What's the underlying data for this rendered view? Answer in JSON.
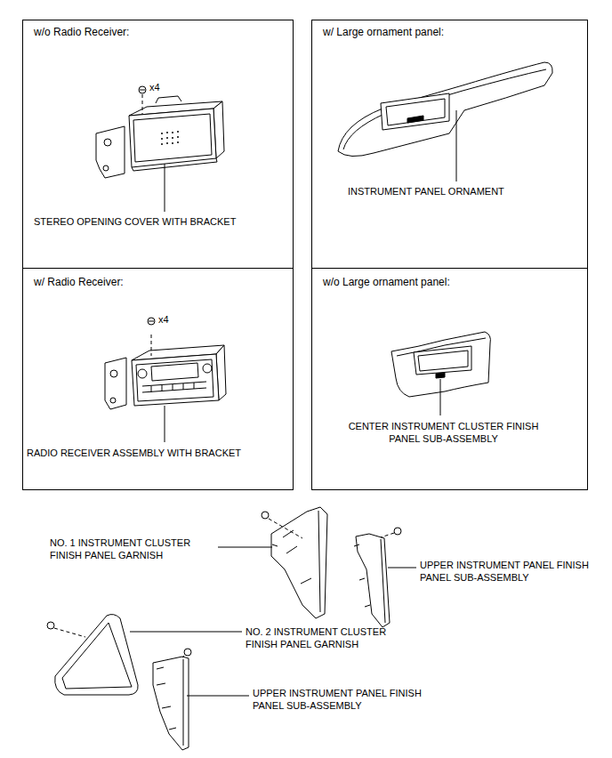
{
  "diagram": {
    "nodes": [
      {
        "text": [
          "w/o Radio Receiver:",
          "STEREO OPENING COVER WITH BRACKET"
        ]
      },
      {
        "text": [
          "w/ Large ornament panel:",
          "INSTRUMENT PANEL ORNAMENT"
        ]
      },
      {
        "text": [
          "w/ Radio Receiver:",
          "RADIO RECEIVER ASSEMBLY WITH BRACKET"
        ]
      },
      {
        "text": [
          "w/o Large ornament panel:",
          "CENTER INSTRUMENT CLUSTER FINISH PANEL SUB-ASSEMBLY"
        ]
      }
    ],
    "labels": [
      "x4",
      "x4",
      "NO. 1 INSTRUMENT CLUSTER FINISH PANEL GARNISH",
      "UPPER INSTRUMENT PANEL FINISH PANEL SUB-ASSEMBLY",
      "NO. 2 INSTRUMENT CLUSTER FINISH PANEL GARNISH",
      "UPPER INSTRUMENT PANEL FINISH PANEL SUB-ASSEMBLY"
    ]
  }
}
